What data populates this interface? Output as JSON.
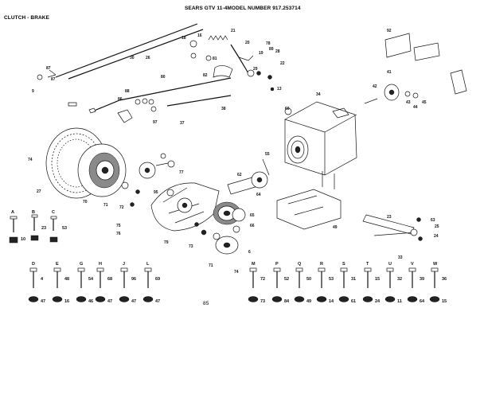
{
  "header": {
    "section_title": "CLUTCH - BRAKE",
    "model_title": "SEARS GTV 11-4MODEL NUMBER 917.253714",
    "page_number": "85"
  },
  "callouts": [
    {
      "id": "c21",
      "text": "21"
    },
    {
      "id": "c18",
      "text": "18"
    },
    {
      "id": "c16",
      "text": "16"
    },
    {
      "id": "c92",
      "text": "92"
    },
    {
      "id": "c30",
      "text": "30"
    },
    {
      "id": "c26",
      "text": "26"
    },
    {
      "id": "c20",
      "text": "20"
    },
    {
      "id": "c19",
      "text": "19"
    },
    {
      "id": "c78",
      "text": "78"
    },
    {
      "id": "c89",
      "text": "89"
    },
    {
      "id": "c87a",
      "text": "87"
    },
    {
      "id": "c87b",
      "text": "87"
    },
    {
      "id": "c9",
      "text": "9"
    },
    {
      "id": "c80",
      "text": "80"
    },
    {
      "id": "c22",
      "text": "22"
    },
    {
      "id": "c13",
      "text": "13"
    },
    {
      "id": "c28",
      "text": "28"
    },
    {
      "id": "c29",
      "text": "29"
    },
    {
      "id": "c81",
      "text": "81"
    },
    {
      "id": "c82",
      "text": "82"
    },
    {
      "id": "c34",
      "text": "34"
    },
    {
      "id": "c60",
      "text": "60"
    },
    {
      "id": "c38",
      "text": "38"
    },
    {
      "id": "c37",
      "text": "37"
    },
    {
      "id": "c88",
      "text": "88"
    },
    {
      "id": "c86",
      "text": "86"
    },
    {
      "id": "c97",
      "text": "97"
    },
    {
      "id": "c41",
      "text": "41"
    },
    {
      "id": "c42",
      "text": "42"
    },
    {
      "id": "c43",
      "text": "43"
    },
    {
      "id": "c44",
      "text": "44"
    },
    {
      "id": "c45",
      "text": "45"
    },
    {
      "id": "c74",
      "text": "74"
    },
    {
      "id": "c27",
      "text": "27"
    },
    {
      "id": "c70",
      "text": "70"
    },
    {
      "id": "c71",
      "text": "71"
    },
    {
      "id": "c72",
      "text": "72"
    },
    {
      "id": "c77",
      "text": "77"
    },
    {
      "id": "c79",
      "text": "79"
    },
    {
      "id": "c75",
      "text": "75"
    },
    {
      "id": "c76",
      "text": "76"
    },
    {
      "id": "c73",
      "text": "73"
    },
    {
      "id": "c55",
      "text": "55"
    },
    {
      "id": "c62",
      "text": "62"
    },
    {
      "id": "c64",
      "text": "64"
    },
    {
      "id": "c65",
      "text": "65"
    },
    {
      "id": "c66",
      "text": "66"
    },
    {
      "id": "c49",
      "text": "49"
    },
    {
      "id": "c33",
      "text": "33"
    },
    {
      "id": "c25",
      "text": "25"
    },
    {
      "id": "c24",
      "text": "24"
    },
    {
      "id": "c23",
      "text": "23"
    },
    {
      "id": "c63",
      "text": "63"
    },
    {
      "id": "c6",
      "text": "6"
    },
    {
      "id": "c71b",
      "text": "71"
    },
    {
      "id": "c74b",
      "text": "74"
    },
    {
      "id": "c95",
      "text": "95"
    }
  ],
  "hardware_row1": [
    {
      "letter": "A",
      "num": "10"
    },
    {
      "letter": "B",
      "num": "23"
    },
    {
      "letter": "C",
      "num": "53"
    }
  ],
  "hardware_row2": [
    {
      "letter": "D",
      "num": "4"
    },
    {
      "letter": "E",
      "num": "48"
    },
    {
      "letter": "G",
      "num": "54"
    },
    {
      "letter": "H",
      "num": "68"
    },
    {
      "letter": "J",
      "num": "96"
    },
    {
      "letter": "L",
      "num": "69"
    },
    {
      "letter": "M",
      "num": "72"
    },
    {
      "letter": "P",
      "num": "52"
    },
    {
      "letter": "Q",
      "num": "50"
    },
    {
      "letter": "R",
      "num": "53"
    },
    {
      "letter": "S",
      "num": "31"
    },
    {
      "letter": "T",
      "num": "15"
    },
    {
      "letter": "U",
      "num": "32"
    },
    {
      "letter": "V",
      "num": "39"
    },
    {
      "letter": "W",
      "num": "36"
    }
  ],
  "hardware_small": [
    {
      "num": "47"
    },
    {
      "num": "16"
    },
    {
      "num": "46"
    },
    {
      "num": "47"
    },
    {
      "num": "47"
    },
    {
      "num": "47"
    },
    {
      "num": "73"
    },
    {
      "num": "84"
    },
    {
      "num": "49"
    },
    {
      "num": "14"
    },
    {
      "num": "61"
    },
    {
      "num": "24"
    },
    {
      "num": "11"
    },
    {
      "num": "64"
    },
    {
      "num": "15"
    }
  ]
}
